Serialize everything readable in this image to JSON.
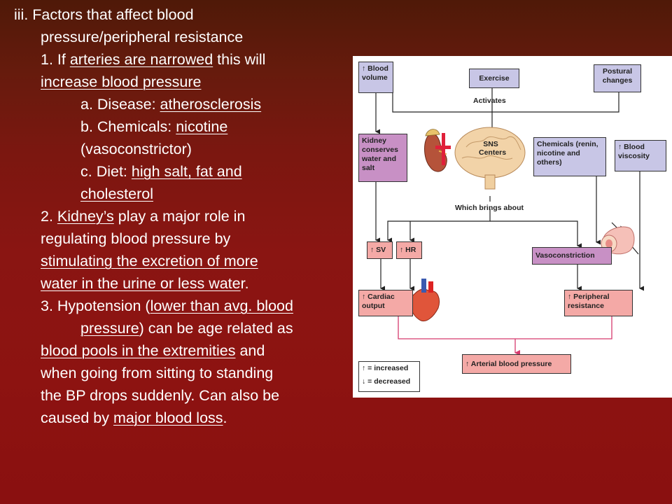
{
  "text": {
    "heading_1": "iii. Factors that affect blood",
    "heading_2": "pressure/peripheral resistance",
    "p1_prefix": "1. If ",
    "p1_u1": "arteries are narrowed",
    "p1_suffix": " this will",
    "p1_u2": "increase blood pressure",
    "a_prefix": "a. Disease:  ",
    "a_u": "atherosclerosis",
    "b_prefix": "b. Chemicals:  ",
    "b_u": "nicotine",
    "b_cont": "(vasoconstrictor)",
    "c_prefix": "c. Diet:  ",
    "c_u": "high salt, fat and",
    "c_u2": "cholesterol",
    "p2_prefix": "2. ",
    "p2_u": "Kidney’s",
    "p2_suffix": " play a major role in",
    "p2_l2": "regulating blood pressure by",
    "p2_u3": "stimulating the excretion of more",
    "p2_u4": "water in the urine or less wate",
    "p2_end": "r.",
    "p3_prefix": "3. Hypotension (",
    "p3_u": "lower than avg. blood",
    "p3_u2": "pressure",
    "p3_suffix": ") can be age related as",
    "p3_u3": "blood pools in the extremities",
    "p3_l3_suffix": " and",
    "p3_l4": "when going from sitting to standing",
    "p3_l5": "the BP drops suddenly.  Can also be",
    "p3_l6_prefix": "caused by ",
    "p3_u4": "major blood loss",
    "p3_l6_end": "."
  },
  "diagram": {
    "blood_volume": "Blood volume",
    "exercise": "Exercise",
    "postural": "Postural changes",
    "activates": "Activates",
    "kidney": "Kidney conserves water and salt",
    "sns": "SNS Centers",
    "chemicals": "Chemicals (renin, nicotine and others)",
    "viscosity": "Blood viscosity",
    "which_brings": "Which brings about",
    "sv": "SV",
    "hr": "HR",
    "vasoconstriction": "Vasoconstriction",
    "cardiac": "Cardiac output",
    "peripheral": "Peripheral resistance",
    "arterial": "Arterial blood pressure",
    "legend_inc": "= increased",
    "legend_dec": "= decreased",
    "up_arrow": "↑",
    "down_arrow": "↓"
  },
  "colors": {
    "lavender_box": "#c8c6e6",
    "purple_box": "#c890c5",
    "pink_box": "#f4a9a6",
    "pink_arrow": "#d63a6e"
  }
}
